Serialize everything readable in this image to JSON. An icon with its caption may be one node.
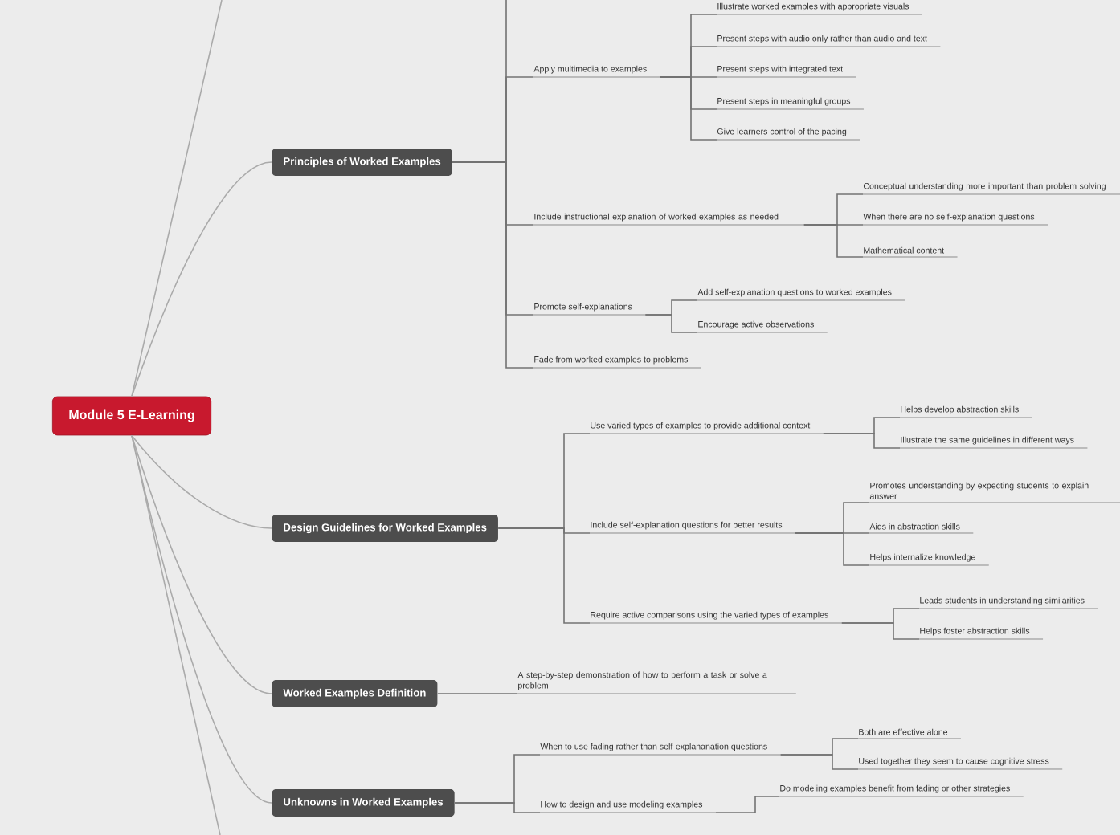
{
  "diagram": {
    "nodes": [
      {
        "text": [
          "Module 5 E-Learning"
        ]
      },
      {
        "text": [
          "Principles of Worked Examples"
        ]
      },
      {
        "text": [
          "Apply multimedia to examples"
        ]
      },
      {
        "text": [
          "Illustrate worked examples with appropriate visuals"
        ]
      },
      {
        "text": [
          "Present steps with audio only rather than audio and text"
        ]
      },
      {
        "text": [
          "Present steps with integrated text"
        ]
      },
      {
        "text": [
          "Present steps in meaningful groups"
        ]
      },
      {
        "text": [
          "Give learners control of the pacing"
        ]
      },
      {
        "text": [
          "Include instructional explanation of worked examples as needed"
        ]
      },
      {
        "text": [
          "Conceptual understanding more important than problem solving"
        ]
      },
      {
        "text": [
          "When there are no self-explanation questions"
        ]
      },
      {
        "text": [
          "Mathematical content"
        ]
      },
      {
        "text": [
          "Promote self-explanations"
        ]
      },
      {
        "text": [
          "Add self-explanation questions to worked examples"
        ]
      },
      {
        "text": [
          "Encourage active observations"
        ]
      },
      {
        "text": [
          "Fade from worked examples to problems"
        ]
      },
      {
        "text": [
          "Design Guidelines for Worked Examples"
        ]
      },
      {
        "text": [
          "Use varied types of examples to provide additional context"
        ]
      },
      {
        "text": [
          "Helps develop abstraction skills"
        ]
      },
      {
        "text": [
          "Illustrate the same guidelines in different ways"
        ]
      },
      {
        "text": [
          "Include self-explanation questions for better results"
        ]
      },
      {
        "text": [
          "Promotes understanding by expecting students to explain answer"
        ]
      },
      {
        "text": [
          "Aids in abstraction skills"
        ]
      },
      {
        "text": [
          "Helps internalize knowledge"
        ]
      },
      {
        "text": [
          "Require active comparisons using the varied types of examples"
        ]
      },
      {
        "text": [
          "Leads students in understanding similarities"
        ]
      },
      {
        "text": [
          "Helps foster abstraction skills"
        ]
      },
      {
        "text": [
          "Worked Examples Definition"
        ]
      },
      {
        "text": [
          "A step-by-step demonstration of how to perform a task or solve a problem"
        ]
      },
      {
        "text": [
          "Unknowns in Worked Examples"
        ]
      },
      {
        "text": [
          "When to use fading rather than self-explananation questions"
        ]
      },
      {
        "text": [
          "Both are effective alone"
        ]
      },
      {
        "text": [
          "Used together they seem to cause cognitive stress"
        ]
      },
      {
        "text": [
          "How to design and use modeling examples"
        ]
      },
      {
        "text": [
          "Do modeling examples benefit from fading or other strategies"
        ]
      }
    ],
    "edges": [
      {
        "from": 0,
        "to": null,
        "arrow": "none",
        "color": "#aaaaaa"
      },
      {
        "from": 0,
        "to": 1,
        "arrow": "none",
        "color": "#aaaaaa"
      },
      {
        "from": 0,
        "to": 16,
        "arrow": "none",
        "color": "#aaaaaa"
      },
      {
        "from": 0,
        "to": 27,
        "arrow": "none",
        "color": "#aaaaaa"
      },
      {
        "from": 0,
        "to": 29,
        "arrow": "none",
        "color": "#aaaaaa"
      },
      {
        "from": 0,
        "to": null,
        "arrow": "none",
        "color": "#aaaaaa"
      },
      {
        "from": 1,
        "to": null,
        "arrow": "none"
      },
      {
        "from": 1,
        "to": 2,
        "arrow": "none"
      },
      {
        "from": 2,
        "to": 3,
        "arrow": "none"
      },
      {
        "from": 2,
        "to": 4,
        "arrow": "none"
      },
      {
        "from": 2,
        "to": 5,
        "arrow": "none"
      },
      {
        "from": 2,
        "to": 6,
        "arrow": "none"
      },
      {
        "from": 2,
        "to": 7,
        "arrow": "none"
      },
      {
        "from": 1,
        "to": 8,
        "arrow": "none"
      },
      {
        "from": 8,
        "to": 9,
        "arrow": "none"
      },
      {
        "from": 8,
        "to": 10,
        "arrow": "none"
      },
      {
        "from": 8,
        "to": 11,
        "arrow": "none"
      },
      {
        "from": 1,
        "to": 12,
        "arrow": "none"
      },
      {
        "from": 12,
        "to": 13,
        "arrow": "none"
      },
      {
        "from": 12,
        "to": 14,
        "arrow": "none"
      },
      {
        "from": 1,
        "to": 15,
        "arrow": "none"
      },
      {
        "from": 16,
        "to": 17,
        "arrow": "none"
      },
      {
        "from": 17,
        "to": 18,
        "arrow": "none"
      },
      {
        "from": 17,
        "to": 19,
        "arrow": "none"
      },
      {
        "from": 16,
        "to": 20,
        "arrow": "none"
      },
      {
        "from": 20,
        "to": 21,
        "arrow": "none"
      },
      {
        "from": 20,
        "to": 22,
        "arrow": "none"
      },
      {
        "from": 20,
        "to": 23,
        "arrow": "none"
      },
      {
        "from": 16,
        "to": 24,
        "arrow": "none"
      },
      {
        "from": 24,
        "to": 25,
        "arrow": "none"
      },
      {
        "from": 24,
        "to": 26,
        "arrow": "none"
      },
      {
        "from": 27,
        "to": 28,
        "arrow": "none"
      },
      {
        "from": 29,
        "to": 30,
        "arrow": "none"
      },
      {
        "from": 30,
        "to": 31,
        "arrow": "none"
      },
      {
        "from": 30,
        "to": 32,
        "arrow": "none"
      },
      {
        "from": 29,
        "to": 33,
        "arrow": "none"
      },
      {
        "from": 33,
        "to": 34,
        "arrow": "none"
      }
    ]
  }
}
